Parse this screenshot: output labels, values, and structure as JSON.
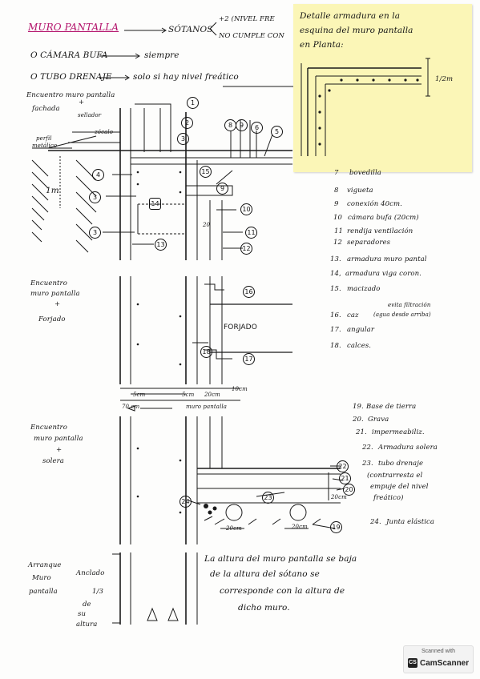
{
  "header": {
    "title": "MURO PANTALLA",
    "sotanos": "SÓTANOS",
    "plus2": "+2 (NIVEL FRE",
    "no_cumple": "NO CUMPLE CON",
    "camara": "O CÁMARA BUFA",
    "camara_value": "siempre",
    "tubo": "O TUBO DRENAJE",
    "tubo_value": "solo si hay nivel freático"
  },
  "sticky": {
    "line1": "Detalle armadura en la",
    "line2": "esquina del muro pantalla",
    "line3": "en Planta:",
    "dim": "1/2m"
  },
  "left_labels": {
    "encuentro1_a": "Encuentro muro pantalla",
    "encuentro1_b": "fachada",
    "plus": "+",
    "sellador": "sellador",
    "zocalo": "zócalo",
    "perfil_a": "perfil",
    "perfil_b": "metálico",
    "one_m": "1m",
    "encuentro2_a": "Encuentro",
    "encuentro2_b": "muro pantalla",
    "encuentro2_c": "+",
    "encuentro2_d": "Forjado",
    "encuentro3_a": "Encuentro",
    "encuentro3_b": "muro pantalla",
    "encuentro3_c": "+",
    "encuentro3_d": "solera",
    "arranque_a": "Arranque",
    "arranque_b": "Muro",
    "arranque_c": "pantalla",
    "anclado": "Anclado",
    "fraction": "1/3",
    "de": "de",
    "su": "su",
    "altura": "altura"
  },
  "drawing_labels": {
    "forjado": "FORJADO",
    "dim_20": "20",
    "dim_5cm_a": "5cm",
    "dim_5cm_b": "5cm",
    "dim_20cm": "20cm",
    "dim_10cm": "10cm",
    "dim_70": "70 cm",
    "muro_pantalla": "muro pantalla",
    "dim_20cm_right": "20cm",
    "dim_20cm_b1": "20cm",
    "dim_20cm_b2": "20cm"
  },
  "callouts": [
    "1",
    "2",
    "3",
    "4",
    "3",
    "14",
    "13",
    "3",
    "8",
    "9",
    "6",
    "5",
    "15",
    "9",
    "10",
    "11",
    "12",
    "16",
    "18",
    "17",
    "22",
    "21",
    "20",
    "24",
    "23",
    "19"
  ],
  "legend": [
    {
      "n": "7",
      "text": "bovedilla"
    },
    {
      "n": "8",
      "text": "vigueta"
    },
    {
      "n": "9",
      "text": "conexión 40cm."
    },
    {
      "n": "10",
      "text": "cámara bufa (20cm)"
    },
    {
      "n": "11",
      "text": "rendija ventilación"
    },
    {
      "n": "12",
      "text": "separadores"
    },
    {
      "n": "13.",
      "text": "armadura muro pantal"
    },
    {
      "n": "14,",
      "text": "armadura viga coron."
    },
    {
      "n": "15.",
      "text": "macizado"
    },
    {
      "n": "16.",
      "text": "caz"
    },
    {
      "n": "",
      "text": "evita filtración"
    },
    {
      "n": "",
      "text": "(agua desde arriba)"
    },
    {
      "n": "17.",
      "text": "angular"
    },
    {
      "n": "18.",
      "text": "calces."
    },
    {
      "n": "19.",
      "text": "Base de tierra"
    },
    {
      "n": "20.",
      "text": "Grava"
    },
    {
      "n": "21.",
      "text": "impermeabiliz."
    },
    {
      "n": "22.",
      "text": "Armadura solera"
    },
    {
      "n": "23.",
      "text": "tubo drenaje"
    },
    {
      "n": "",
      "text": "(contrarresta el"
    },
    {
      "n": "",
      "text": "empuje del nivel"
    },
    {
      "n": "",
      "text": "freático)"
    },
    {
      "n": "24.",
      "text": "Junta elástica"
    }
  ],
  "note": {
    "line1": "La altura del muro pantalla se baja",
    "line2": "de la altura del sótano se",
    "line3": "corresponde con la altura de",
    "line4": "dicho muro."
  },
  "watermark": {
    "scanned_with": "Scanned with",
    "brand": "CamScanner",
    "logo": "CS"
  }
}
